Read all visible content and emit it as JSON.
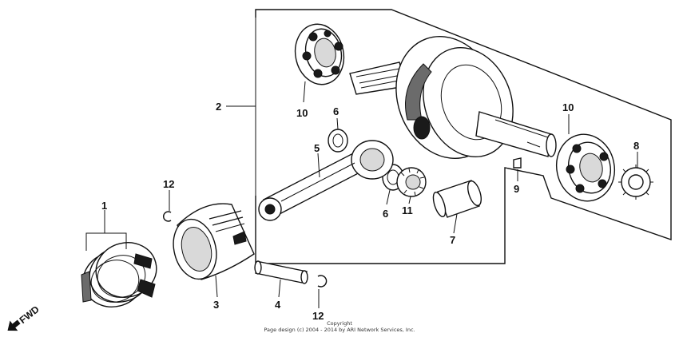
{
  "diagram": {
    "callouts": {
      "c1": "1",
      "c2": "2",
      "c3": "3",
      "c4": "4",
      "c5": "5",
      "c6a": "6",
      "c6b": "6",
      "c7": "7",
      "c8": "8",
      "c9": "9",
      "c10a": "10",
      "c10b": "10",
      "c11": "11",
      "c12a": "12",
      "c12b": "12"
    },
    "fwd_label": "FWD",
    "copyright_line1": "Copyright",
    "copyright_line2": "Page design (c) 2004 - 2014 by ARI Network Services, Inc."
  }
}
